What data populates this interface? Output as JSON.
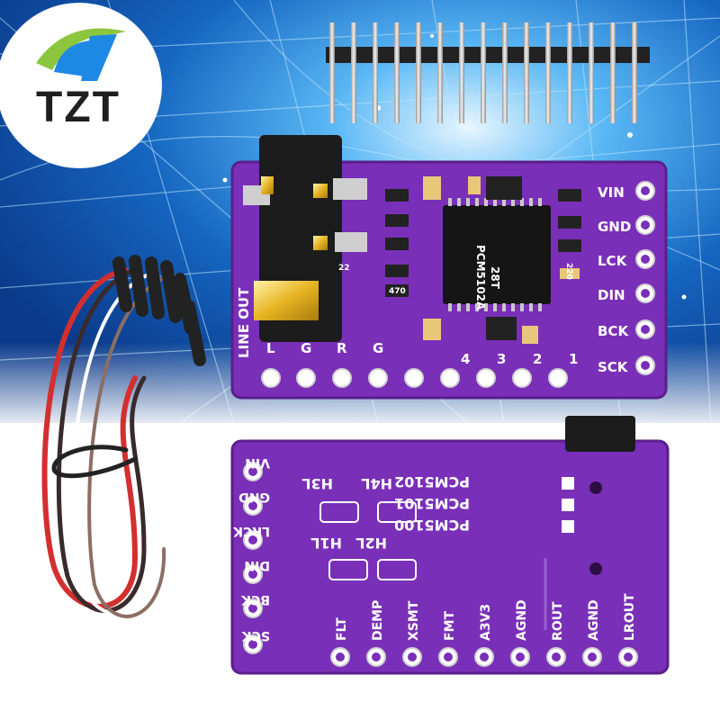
{
  "brand": {
    "logo_text": "TZT",
    "logo_colors": {
      "green": "#8cc63f",
      "blue": "#1e88e5",
      "circle": "#ffffff"
    }
  },
  "colors": {
    "pcb_purple": "#7a2fb8",
    "pcb_edge": "#5a1f8a",
    "background_blue": "#1565c0",
    "light_blue": "#66ccff",
    "gold": "#e6b422",
    "wire_red": "#d32f2f",
    "wire_dark": "#3a2a2a"
  },
  "front_board": {
    "chip_text": [
      "PCM5102A",
      "28T"
    ],
    "right_pins": [
      "VIN",
      "GND",
      "LCK",
      "DIN",
      "BCK",
      "SCK"
    ],
    "bottom_pins": [
      "L",
      "G",
      "R",
      "G",
      "4",
      "3",
      "2",
      "1"
    ],
    "side_label": "LINE OUT",
    "small_marks": [
      "22",
      "470",
      "220"
    ]
  },
  "back_board": {
    "left_pins": [
      "VIN",
      "GND",
      "LRCK",
      "DIN",
      "BCK",
      "SCK"
    ],
    "bottom_pins": [
      "FLT",
      "DEMP",
      "XSMT",
      "FMT",
      "A3V3",
      "AGND",
      "ROUT",
      "AGND",
      "LROUT"
    ],
    "jumper_labels_top": [
      "H4L",
      "H3L"
    ],
    "jumper_labels_mid": [
      "H2L",
      "H1L"
    ],
    "variants": [
      "PCM5102",
      "PCM5101",
      "PCM5100"
    ]
  }
}
